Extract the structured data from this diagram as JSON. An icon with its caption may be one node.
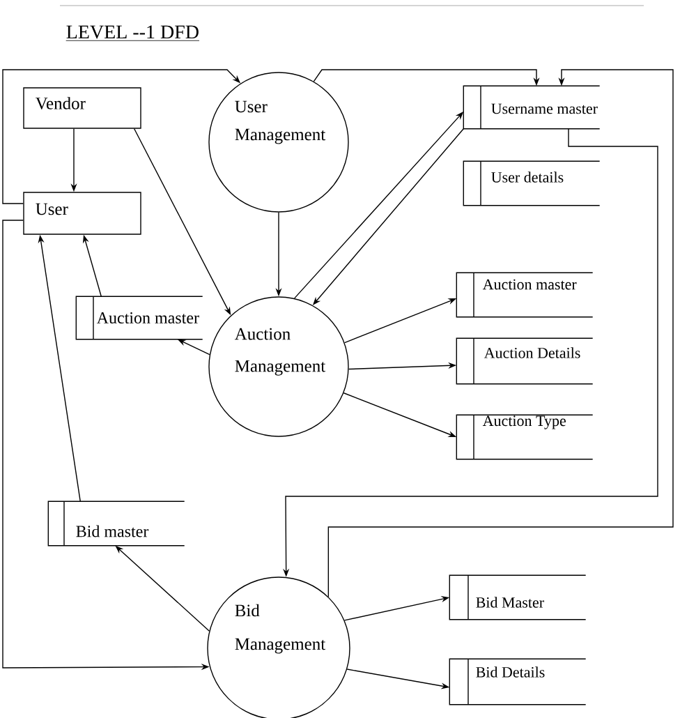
{
  "diagram": {
    "title": "LEVEL --1 DFD",
    "nodes": [
      {
        "text": [
          "Vendor"
        ]
      },
      {
        "text": [
          "User Management"
        ]
      },
      {
        "text": [
          "Username master"
        ]
      },
      {
        "text": [
          "User details"
        ]
      },
      {
        "text": [
          "User"
        ]
      },
      {
        "text": [
          "Auction master"
        ]
      },
      {
        "text": [
          "Auction Management"
        ]
      },
      {
        "text": [
          "Auction master"
        ]
      },
      {
        "text": [
          "Auction Details"
        ]
      },
      {
        "text": [
          "Auction Type"
        ]
      },
      {
        "text": [
          "Bid master"
        ]
      },
      {
        "text": [
          "Bid Management"
        ]
      },
      {
        "text": [
          "Bid Master"
        ]
      },
      {
        "text": [
          "Bid Details"
        ]
      }
    ],
    "edges": [
      {
        "from": 0,
        "to": 4,
        "arrow": "to"
      },
      {
        "from": 0,
        "to": 6,
        "arrow": "to"
      },
      {
        "from": 4,
        "to": 1,
        "arrow": "to"
      },
      {
        "from": 1,
        "to": 2,
        "arrow": "to"
      },
      {
        "from": 1,
        "to": 6,
        "arrow": "to"
      },
      {
        "from": 6,
        "to": 2,
        "arrow": "to"
      },
      {
        "from": 2,
        "to": 6,
        "arrow": "to"
      },
      {
        "from": 6,
        "to": 5,
        "arrow": "to"
      },
      {
        "from": 5,
        "to": 4,
        "arrow": "to"
      },
      {
        "from": 10,
        "to": 4,
        "arrow": "to"
      },
      {
        "from": 4,
        "to": 11,
        "arrow": "to"
      },
      {
        "from": 11,
        "to": 10,
        "arrow": "to"
      },
      {
        "from": 2,
        "to": 11,
        "arrow": "to"
      },
      {
        "from": 11,
        "to": 2,
        "arrow": "to"
      },
      {
        "from": 6,
        "to": 7,
        "arrow": "to"
      },
      {
        "from": 6,
        "to": 8,
        "arrow": "to"
      },
      {
        "from": 6,
        "to": 9,
        "arrow": "to"
      },
      {
        "from": 11,
        "to": 12,
        "arrow": "to"
      },
      {
        "from": 11,
        "to": 13,
        "arrow": "to"
      }
    ]
  }
}
